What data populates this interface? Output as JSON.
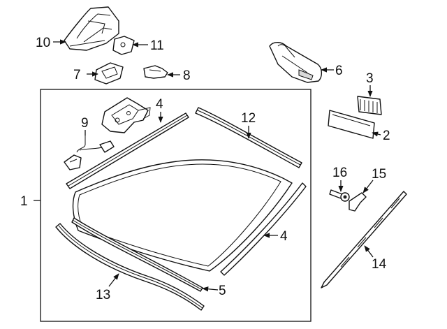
{
  "callouts": {
    "c1": "1",
    "c2": "2",
    "c3": "3",
    "c4a": "4",
    "c4b": "4",
    "c5": "5",
    "c6": "6",
    "c7": "7",
    "c8": "8",
    "c9": "9",
    "c10": "10",
    "c11": "11",
    "c12": "12",
    "c13": "13",
    "c14": "14",
    "c15": "15",
    "c16": "16"
  },
  "colors": {
    "line": "#111111",
    "background": "#ffffff",
    "shade": "#d9d9d9"
  }
}
